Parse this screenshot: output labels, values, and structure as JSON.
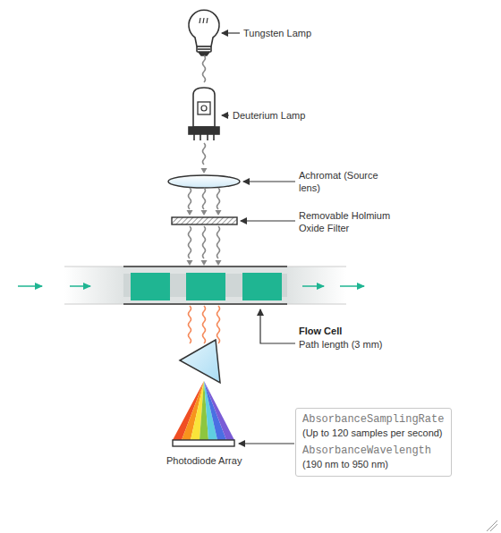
{
  "diagram": {
    "nodes": [
      {
        "text": [
          "AbsorbanceSamplingRate",
          "(Up to 120 samples per second)",
          "AbsorbanceWavelength",
          "(190 nm to 950 nm)"
        ]
      }
    ],
    "labels": [
      "Tungsten Lamp",
      "Deuterium Lamp",
      "Achromat (Source lens)",
      "Removable Holmium Oxide Filter",
      "Flow Cell",
      "Path length (3 mm)",
      "Photodiode Array"
    ]
  }
}
